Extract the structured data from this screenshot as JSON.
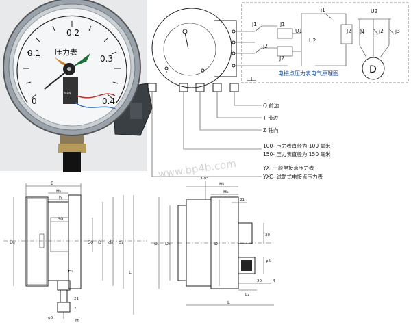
{
  "gauge": {
    "scale_01": "0.1",
    "scale_02": "0.2",
    "scale_03": "0.3",
    "scale_0": "0",
    "scale_04": "0.4",
    "face_label": "压力表",
    "unit": "MPa"
  },
  "schematic": {
    "caption": "电接点压力表电气原理图",
    "j1": "j1",
    "j2": "j2",
    "j3": "j3",
    "J1": "J1",
    "J2": "J2",
    "U1": "U1",
    "U2": "U2",
    "motor": "D"
  },
  "model_code": {
    "q": "Q 前边",
    "t": "T 带边",
    "z": "Z 轴向",
    "size_100": "100- 压力表直径为 100 毫米",
    "size_150": "150- 压力表直径为 150 毫米",
    "yx": "YX- 一般电接点压力表",
    "yxc": "YXC- 磁助式电接点压力表"
  },
  "watermark": "www.bp4b.com",
  "dims_left": {
    "B": "B",
    "H1": "H₁",
    "h": "h",
    "v30": "30",
    "v50": "50",
    "D0": "D₀",
    "D": "D",
    "d0": "d₀",
    "d1": "d₁",
    "L": "L",
    "H2": "H₂",
    "v21": "21",
    "v7": "7",
    "phi6": "φ6",
    "M": "M"
  },
  "dims_right": {
    "phi3": "3-φ5",
    "H1": "H₁",
    "H2": "H₂",
    "v21": "21",
    "v30": "30",
    "d1": "d₁",
    "D0": "D₀",
    "D": "D",
    "phi6": "φ6",
    "v20": "20",
    "v4": "4",
    "L1": "L₁",
    "L": "L"
  }
}
